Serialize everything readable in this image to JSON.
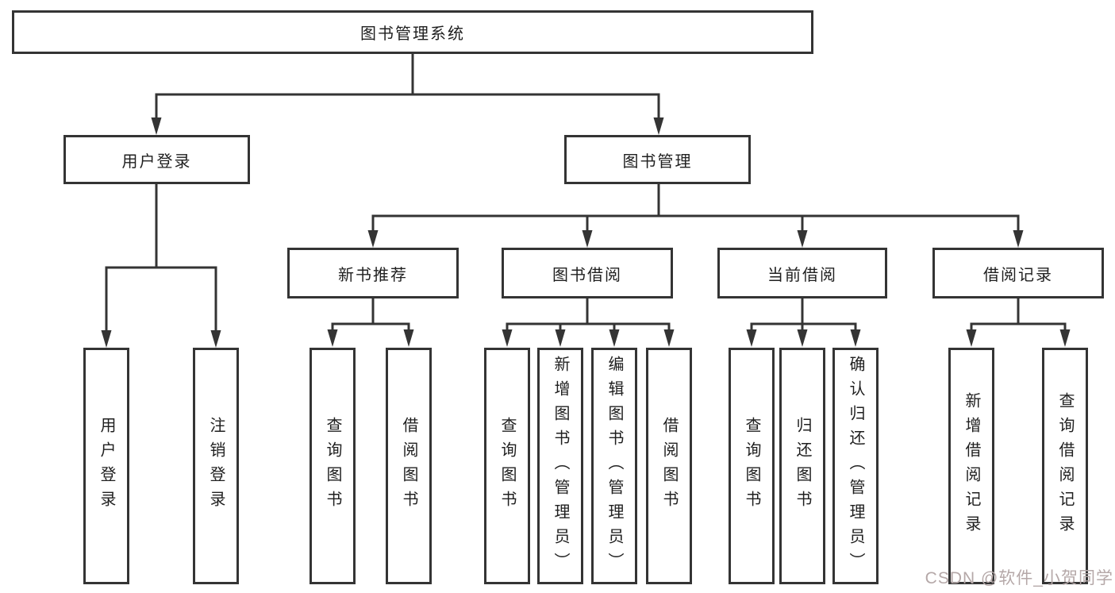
{
  "diagram_title": "图书管理系统",
  "colors": {
    "line": "#343434",
    "box_border": "#343434",
    "box_fill": "#ffffff",
    "text": "#1f1f1f",
    "watermark": "#b5a8a8",
    "background": "#ffffff"
  },
  "watermark": {
    "text": "CSDN @软件_小贺同学"
  },
  "tree": {
    "label": "图书管理系统",
    "children": [
      {
        "label": "用户登录",
        "children": [
          {
            "label": "用户登录"
          },
          {
            "label": "注销登录"
          }
        ]
      },
      {
        "label": "图书管理",
        "children": [
          {
            "label": "新书推荐",
            "children": [
              {
                "label": "查询图书"
              },
              {
                "label": "借阅图书"
              }
            ]
          },
          {
            "label": "图书借阅",
            "children": [
              {
                "label": "查询图书"
              },
              {
                "label": "新增图书（管理员）"
              },
              {
                "label": "编辑图书（管理员）"
              },
              {
                "label": "借阅图书"
              }
            ]
          },
          {
            "label": "当前借阅",
            "children": [
              {
                "label": "查询图书"
              },
              {
                "label": "归还图书"
              },
              {
                "label": "确认归还（管理员）"
              }
            ]
          },
          {
            "label": "借阅记录",
            "children": [
              {
                "label": "新增借阅记录"
              },
              {
                "label": "查询借阅记录"
              }
            ]
          }
        ]
      }
    ]
  }
}
